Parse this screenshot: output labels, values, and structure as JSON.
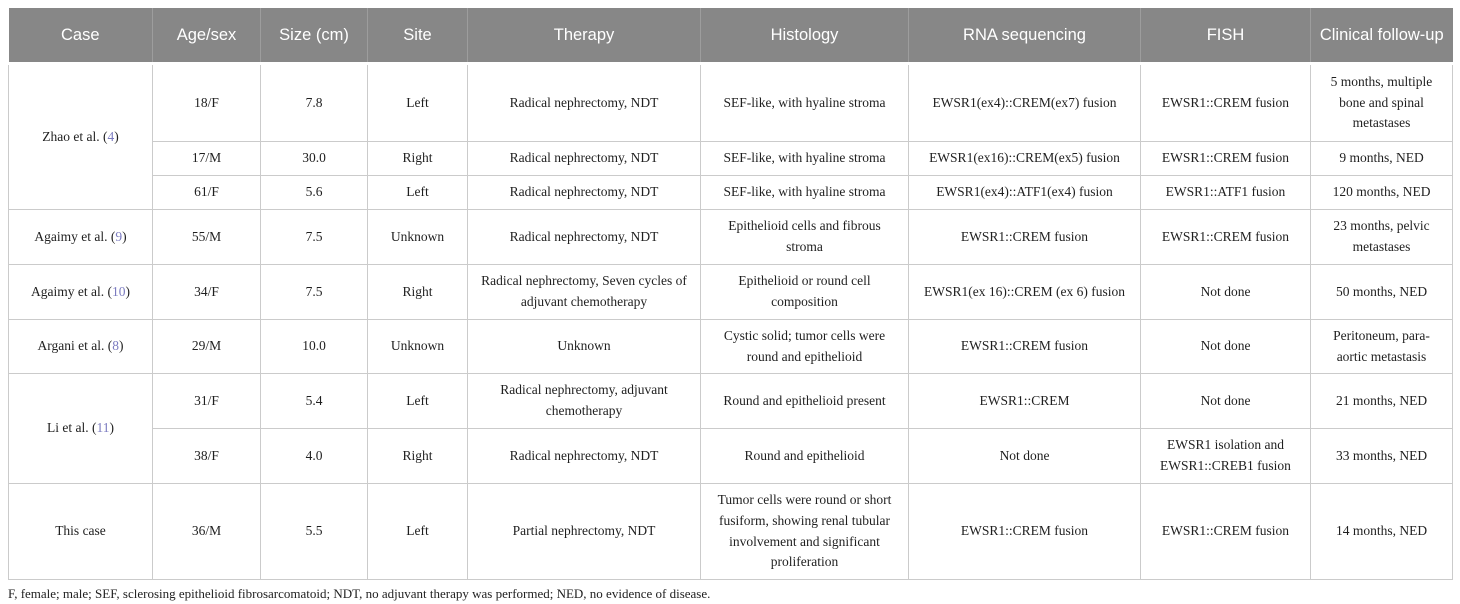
{
  "colors": {
    "header_bg": "#878787",
    "header_text": "#ffffff",
    "header_sep": "#9d9d9d",
    "border": "#cbcbcb",
    "text": "#1f1f1f",
    "link": "#7b7bc0"
  },
  "table": {
    "columns": [
      "Case",
      "Age/sex",
      "Size (cm)",
      "Site",
      "Therapy",
      "Histology",
      "RNA sequencing",
      "FISH",
      "Clinical follow-up"
    ],
    "rows": [
      {
        "case_text": "Zhao et al. (",
        "case_ref": "4",
        "case_suffix": ")",
        "age_sex": "18/F",
        "size": "7.8",
        "site": "Left",
        "therapy": "Radical nephrectomy, NDT",
        "histology": "SEF-like, with hyaline stroma",
        "rna": "EWSR1(ex4)::CREM(ex7) fusion",
        "fish": "EWSR1::CREM fusion",
        "followup": "5 months, multiple bone and spinal metastases"
      },
      {
        "age_sex": "17/M",
        "size": "30.0",
        "site": "Right",
        "therapy": "Radical nephrectomy, NDT",
        "histology": "SEF-like, with hyaline stroma",
        "rna": "EWSR1(ex16)::CREM(ex5) fusion",
        "fish": "EWSR1::CREM fusion",
        "followup": "9 months, NED"
      },
      {
        "age_sex": "61/F",
        "size": "5.6",
        "site": "Left",
        "therapy": "Radical nephrectomy, NDT",
        "histology": "SEF-like, with hyaline stroma",
        "rna": "EWSR1(ex4)::ATF1(ex4) fusion",
        "fish": "EWSR1::ATF1 fusion",
        "followup": "120 months, NED"
      },
      {
        "case_text": "Agaimy et al. (",
        "case_ref": "9",
        "case_suffix": ")",
        "age_sex": "55/M",
        "size": "7.5",
        "site": "Unknown",
        "therapy": "Radical nephrectomy, NDT",
        "histology": "Epithelioid cells and fibrous stroma",
        "rna": "EWSR1::CREM fusion",
        "fish": "EWSR1::CREM fusion",
        "followup": "23 months, pelvic metastases"
      },
      {
        "case_text": "Agaimy et al. (",
        "case_ref": "10",
        "case_suffix": ")",
        "age_sex": "34/F",
        "size": "7.5",
        "site": "Right",
        "therapy": "Radical nephrectomy, Seven cycles of adjuvant chemotherapy",
        "histology": "Epithelioid or round cell composition",
        "rna": "EWSR1(ex 16)::CREM (ex 6) fusion",
        "fish": "Not done",
        "followup": "50 months, NED"
      },
      {
        "case_text": "Argani et al. (",
        "case_ref": "8",
        "case_suffix": ")",
        "age_sex": "29/M",
        "size": "10.0",
        "site": "Unknown",
        "therapy": "Unknown",
        "histology": "Cystic solid; tumor cells were round and epithelioid",
        "rna": "EWSR1::CREM fusion",
        "fish": "Not done",
        "followup": "Peritoneum, para-aortic metastasis"
      },
      {
        "case_text": "Li et al. (",
        "case_ref": "11",
        "case_suffix": ")",
        "age_sex": "31/F",
        "size": "5.4",
        "site": "Left",
        "therapy": "Radical nephrectomy, adjuvant chemotherapy",
        "histology": "Round and epithelioid present",
        "rna": "EWSR1::CREM",
        "fish": "Not done",
        "followup": "21 months, NED"
      },
      {
        "age_sex": "38/F",
        "size": "4.0",
        "site": "Right",
        "therapy": "Radical nephrectomy, NDT",
        "histology": "Round and epithelioid",
        "rna": "Not done",
        "fish": "EWSR1 isolation and EWSR1::CREB1 fusion",
        "followup": "33 months, NED"
      },
      {
        "case_text": "This case",
        "age_sex": "36/M",
        "size": "5.5",
        "site": "Left",
        "therapy": "Partial nephrectomy, NDT",
        "histology": "Tumor cells were round or short fusiform, showing renal tubular involvement and significant proliferation",
        "rna": "EWSR1::CREM fusion",
        "fish": "EWSR1::CREM fusion",
        "followup": "14 months, NED"
      }
    ]
  },
  "footnote": "F, female; male; SEF, sclerosing epithelioid fibrosarcomatoid; NDT, no adjuvant therapy was performed; NED, no evidence of disease."
}
